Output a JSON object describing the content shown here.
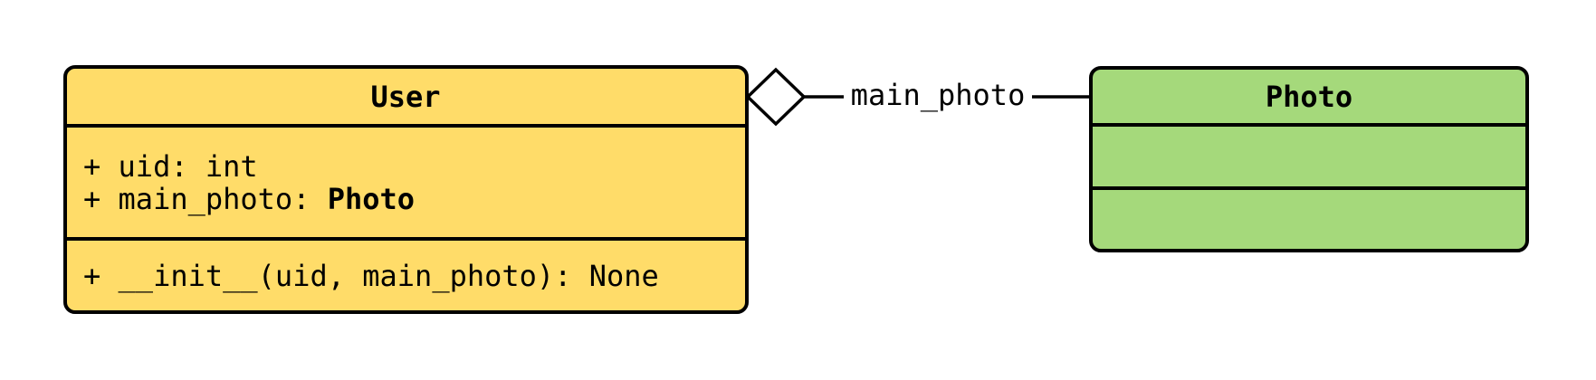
{
  "diagram": {
    "type": "uml-class-diagram",
    "background_color": "#FFFFFF",
    "line_color": "#000000",
    "classes": {
      "user": {
        "title": "User",
        "fill": "#FFDC69",
        "attribute_1": "+ uid: int",
        "attribute_2_prefix": "+ main_photo: ",
        "attribute_2_type": "Photo",
        "method_1": "+ __init__(uid, main_photo): None"
      },
      "photo": {
        "title": "Photo",
        "fill": "#A5D97B",
        "attributes": [],
        "methods": []
      }
    },
    "relationship": {
      "kind": "aggregation",
      "from": "User",
      "to": "Photo",
      "label": "main_photo",
      "diamond_fill": "#FFFFFF"
    }
  }
}
